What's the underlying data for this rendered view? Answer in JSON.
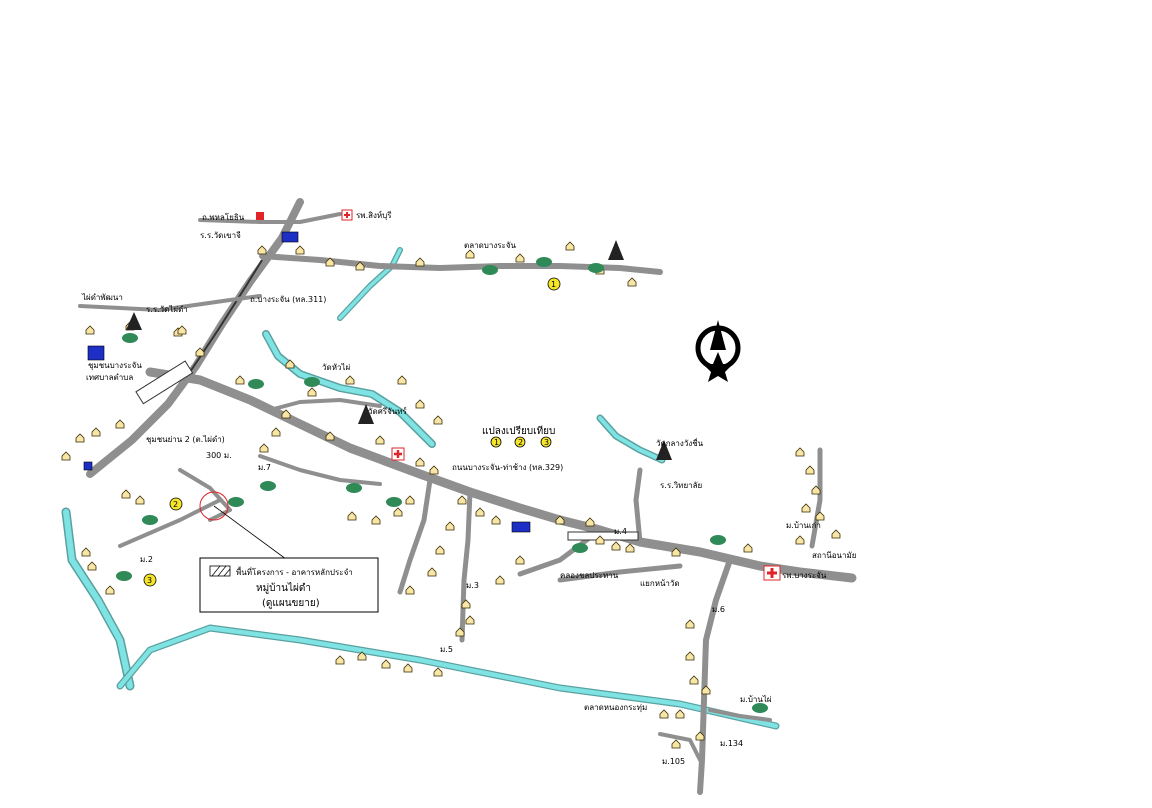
{
  "labels": {
    "top_road_a": "ถ.พหลโยธิน",
    "hospital_top": "รพ.สิงห์บุรี",
    "school_a": "ร.ร.วัดเขาจี",
    "market": "ตลาดบางระจัน",
    "mid_road": "ถ.บางระจัน (ทล.311)",
    "village_1": "ไผ่ดำพัฒนา",
    "school_b": "ร.ร.วัดไผ่ดำ",
    "thai_school": "วัดหัวไผ่",
    "municipal": "เทศบาลตำบล",
    "sub_district": "ชุมชนบางระจัน",
    "khet": "ชุมชนย่าน 2 (ต.ไผ่ดำ)",
    "dist_300": "300 ม.",
    "m7": "ม.7",
    "m5": "ม.5",
    "m3": "ม.3",
    "m2": "ม.2",
    "m4": "ม.4",
    "m6": "ม.6",
    "m134": "ม.134",
    "m105": "ม.105",
    "plan": "แปลงเปรียบเทียบ",
    "temple_right": "วัดกลางวังชื่น",
    "river_road": "ถนนบางระจัน-ท่าช้าง (ทล.329)",
    "school_c": "ร.ร.วิทยาลัย",
    "right_temple": "วัดศรีจันทร์",
    "village_right": "ม.บ้านเก่า",
    "health": "สถานีอนามัย",
    "right_hosp": "รพ.บางระจัน",
    "junction": "แยกหน้าวัด",
    "canal": "คลองชลประทาน",
    "south_village": "ม.บ้านไผ่",
    "village_bottom": "ตลาดหนองกระทุ่ม",
    "legend_line1": "พื้นที่โครงการ - อาคารหลักประจำ",
    "legend_line2": "หมู่บ้านไผ่ดำ",
    "legend_line3": "(ดูแผนขยาย)",
    "north": "N"
  },
  "circle_numbers": [
    "1",
    "2",
    "3",
    "1",
    "2",
    "3"
  ],
  "colors": {
    "road": "#8f8f8f",
    "river": "#7fe3e3",
    "school": "#1d2fc4",
    "hospital": "#e0242a",
    "marker": "#f5e62a",
    "tree": "#2f8a57"
  }
}
